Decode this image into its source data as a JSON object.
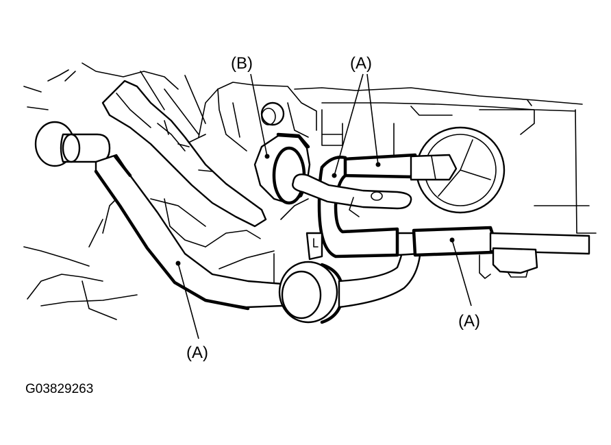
{
  "diagram": {
    "callouts": {
      "b_label": "(B)",
      "a_top_label": "(A)",
      "a_left_label": "(A)",
      "a_right_label": "(A)"
    },
    "figure_id": "G03829263"
  }
}
